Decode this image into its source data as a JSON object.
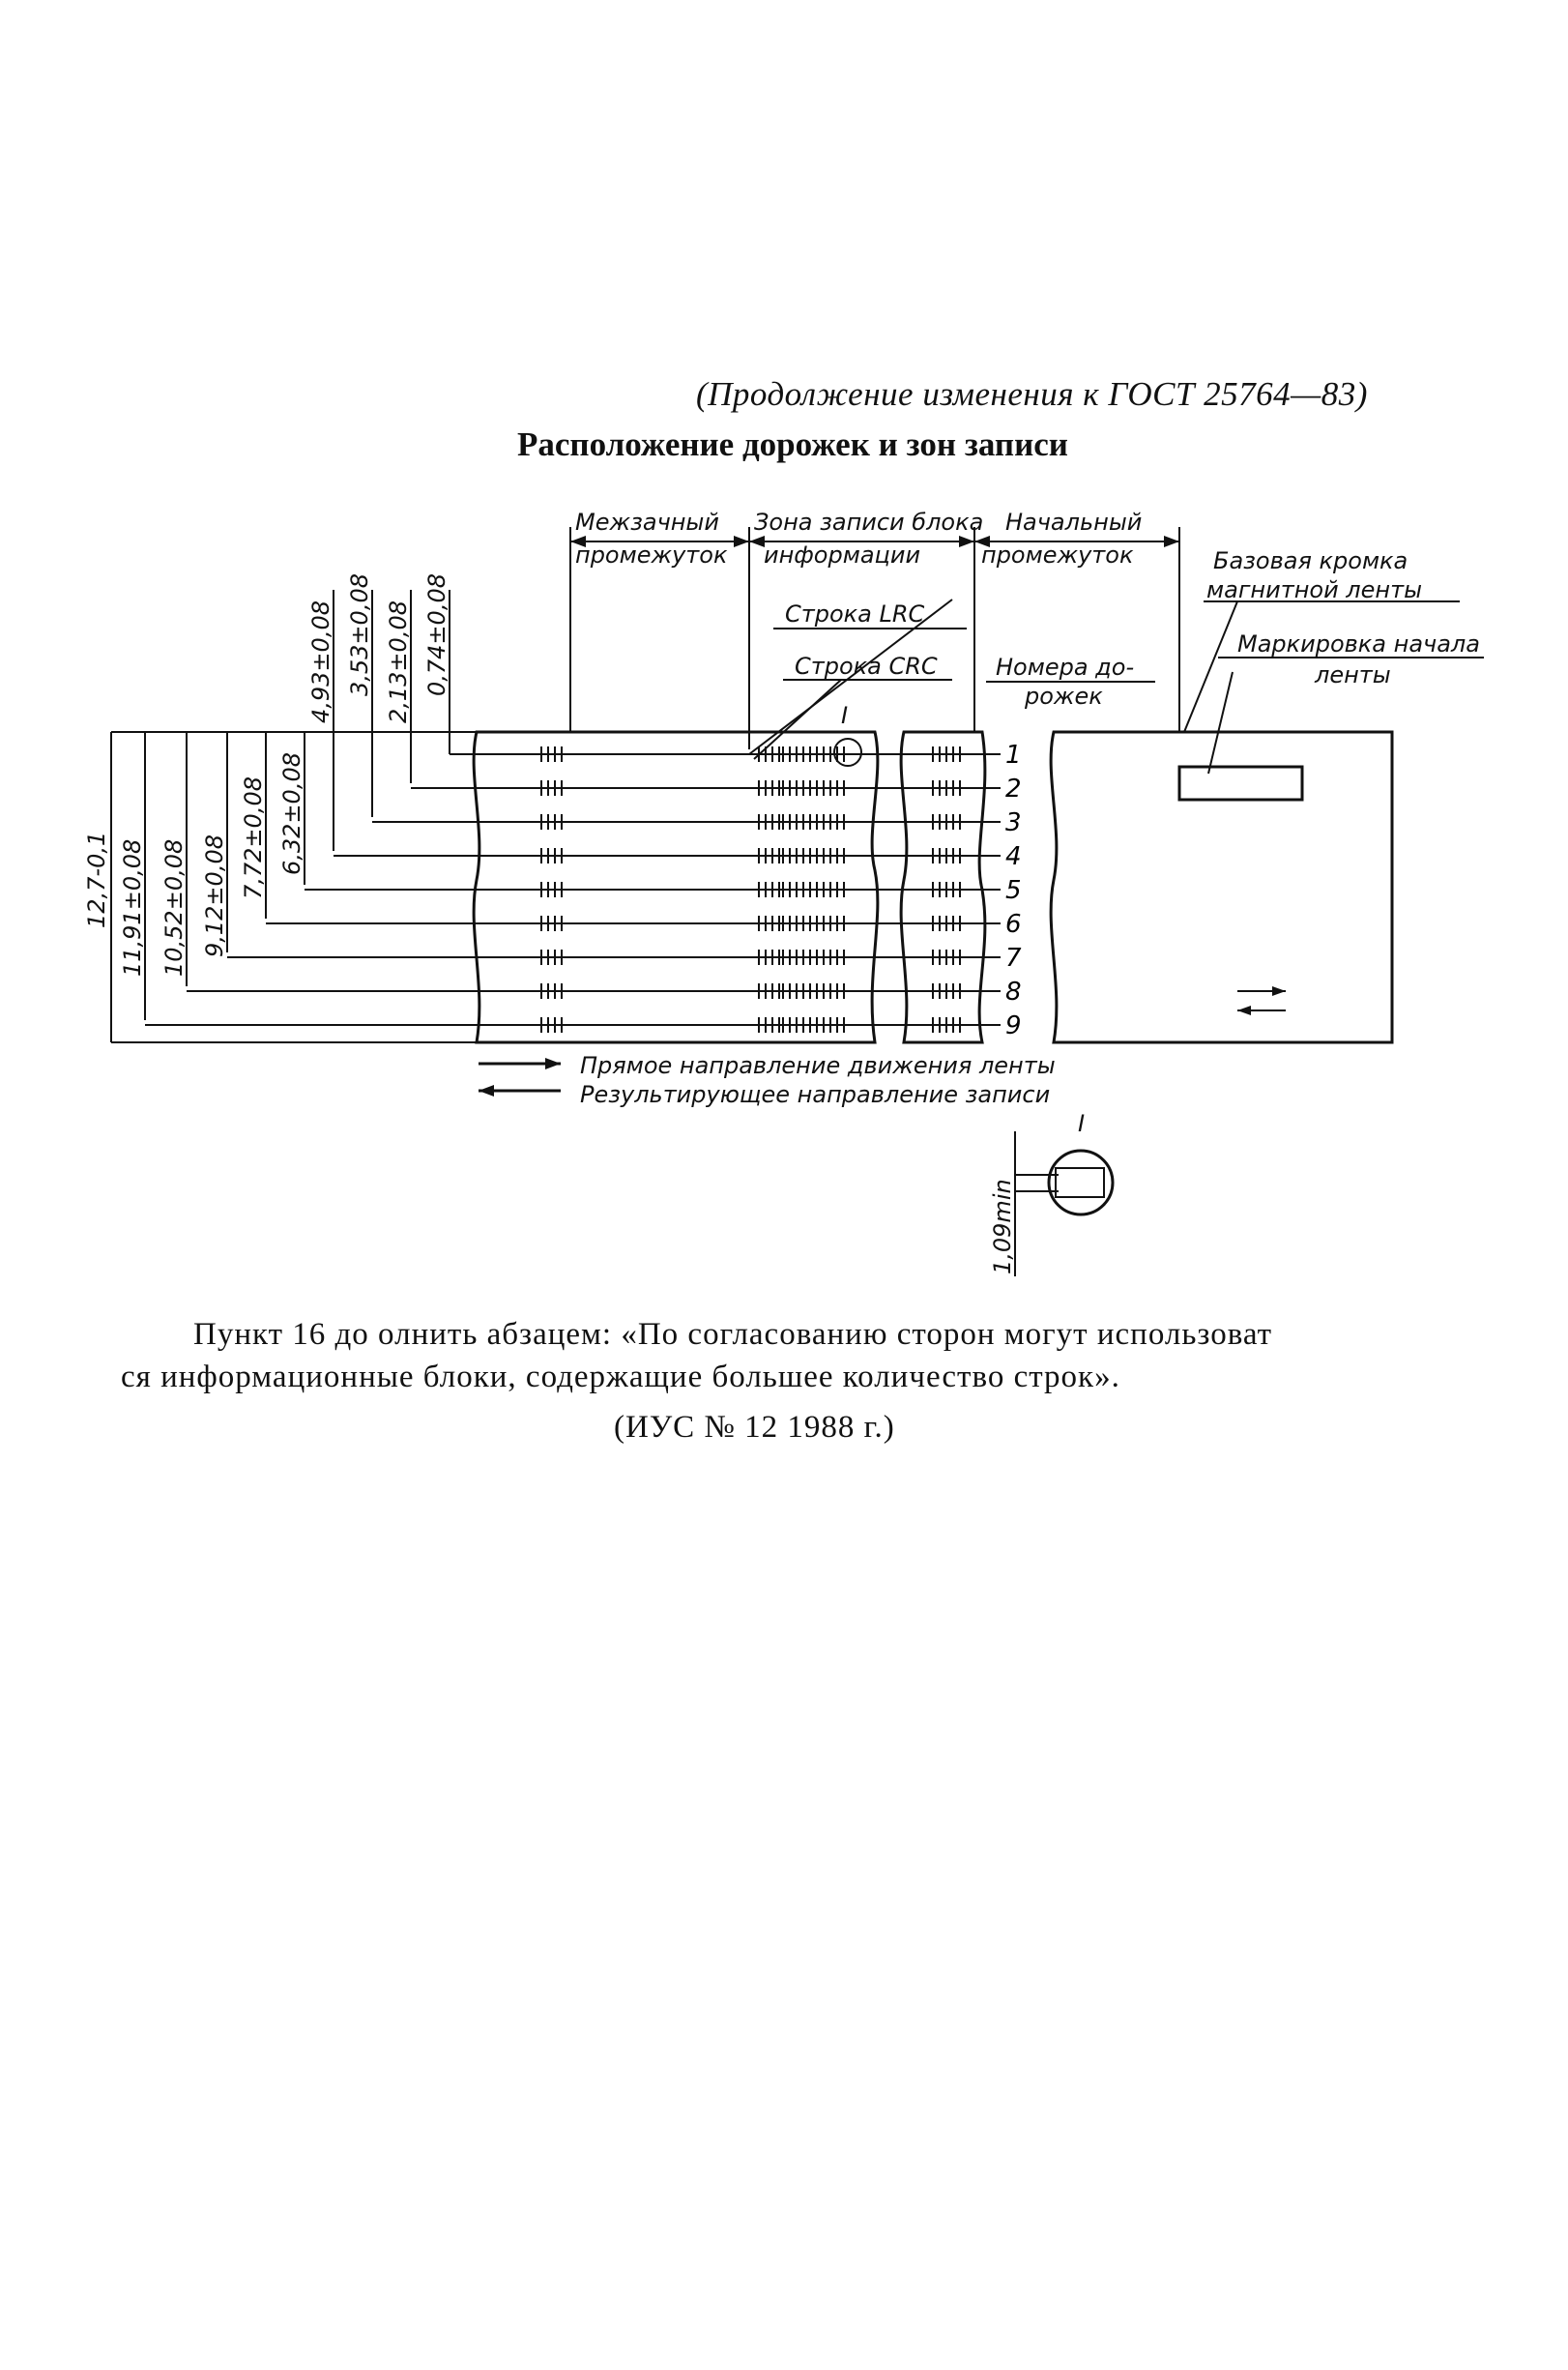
{
  "header": "(Продолжение изменения к ГОСТ 25764—83)",
  "title": "Расположение дорожек и зон записи",
  "figure": {
    "zones": {
      "interblock_gap_1": "Межзачный",
      "interblock_gap_2": "промежуток",
      "block_zone_1": "Зона записи блока",
      "block_zone_2": "информации",
      "initial_gap_1": "Начальный",
      "initial_gap_2": "промежуток"
    },
    "labels": {
      "lrc": "Строка LRC",
      "crc": "Строка CRC",
      "track_numbers_1": "Номера до-",
      "track_numbers_2": "рожек",
      "base_edge_1": "Базовая кромка",
      "base_edge_2": "магнитной ленты",
      "marker_1": "Маркировка начала",
      "marker_2": "ленты",
      "detail_mark": "I",
      "detail_mark_small": "I",
      "detail_dim": "1,09min"
    },
    "dims_top": [
      "4,93±0,08",
      "3,53±0,08",
      "2,13±0,08",
      "0,74±0,08"
    ],
    "dims_left": [
      "12,7-0,1",
      "11,91±0,08",
      "10,52±0,08",
      "9,12±0,08",
      "7,72±0,08",
      "6,32±0,08"
    ],
    "tracks": [
      "1",
      "2",
      "3",
      "4",
      "5",
      "6",
      "7",
      "8",
      "9"
    ],
    "legend": {
      "forward": "Прямое направление движения ленты",
      "resulting": "Результирующее направление записи"
    }
  },
  "paragraph": {
    "line1": "Пункт 16 до олнить абзацем: «По согласованию сторон могут использоват",
    "line2": "ся информационные блоки, содержащие большее количество строк».",
    "source": "(ИУС № 12 1988 г.)"
  }
}
